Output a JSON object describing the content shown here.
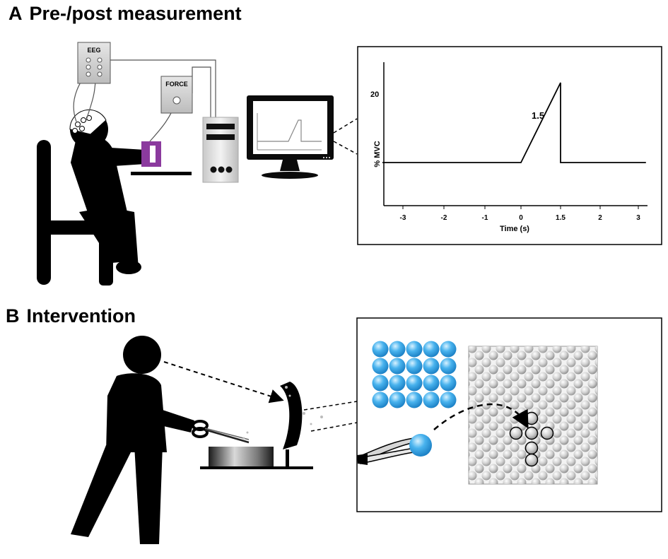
{
  "panel_a": {
    "letter": "A",
    "title": "Pre-/post measurement",
    "eeg_label": "EEG",
    "force_label": "FORCE"
  },
  "panel_b": {
    "letter": "B",
    "title": "Intervention"
  },
  "chart_data": {
    "type": "line",
    "title": "",
    "xlabel": "Time (s)",
    "ylabel": "% MVC",
    "x_ticks": [
      "-3",
      "-2",
      "-1",
      "0",
      "1.5",
      "2",
      "3"
    ],
    "y_ticks": [
      "20"
    ],
    "annotation": "1.5",
    "xlim": [
      -3.5,
      3.2
    ],
    "ylim": [
      -10,
      25
    ],
    "series": [
      {
        "x": [
          -3.5,
          0,
          1.5,
          1.5,
          3.2
        ],
        "y": [
          0,
          0,
          20,
          0,
          0
        ]
      }
    ]
  },
  "colors": {
    "grip_handle": "#8b3a9e",
    "ball_blue": "#3aa6e8",
    "figure": "#000000",
    "grey_ball": "#c8c8c8"
  }
}
